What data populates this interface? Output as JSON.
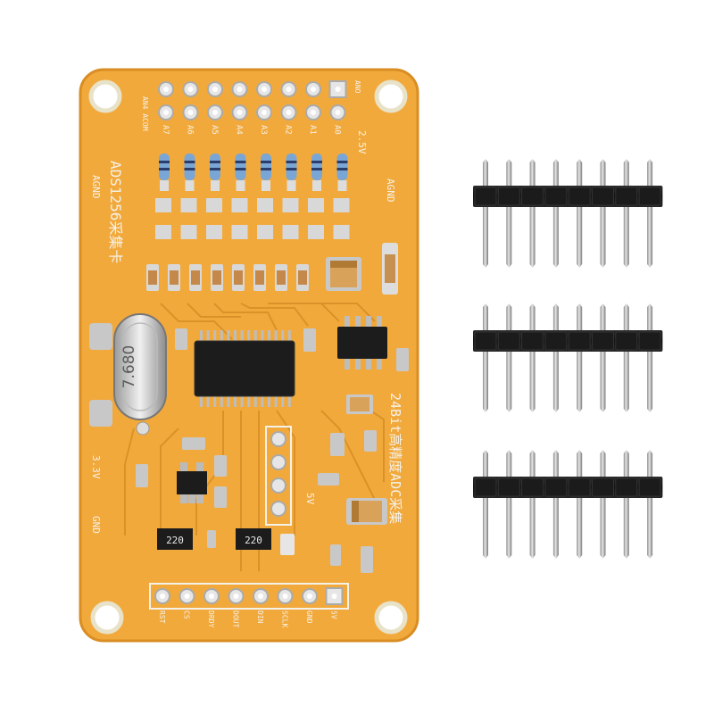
{
  "board": {
    "title": "ADS1256采集卡",
    "subtitle": "24Bit高精度ADC采集",
    "crystal_label": "7.680",
    "resistor_code_1": "220",
    "resistor_code_2": "220",
    "labels": {
      "an4_acom": "AN4 ACOM",
      "ano": "ANO",
      "v25": "2.5V",
      "agnd_left": "AGND",
      "agnd_right": "AGND",
      "v33": "3.3V",
      "gnd": "GND",
      "v5": "5V"
    },
    "top_pin_labels": [
      "A7",
      "A6",
      "A5",
      "A4",
      "A3",
      "A2",
      "A1",
      "A0"
    ],
    "bottom_pin_labels": [
      "RST",
      "CS",
      "DRDY",
      "DOUT",
      "DIN",
      "SCLK",
      "GND",
      "5V"
    ]
  },
  "colors": {
    "pcb": "#f2a93b",
    "pcb_edge": "#e0922a",
    "pad": "#cfcfcf",
    "chip": "#1c1c1c",
    "header_plastic": "#1a1a1a",
    "pin_metal": "#b8b8b8"
  },
  "headers": {
    "count": 3,
    "pins_per_header": 8
  }
}
